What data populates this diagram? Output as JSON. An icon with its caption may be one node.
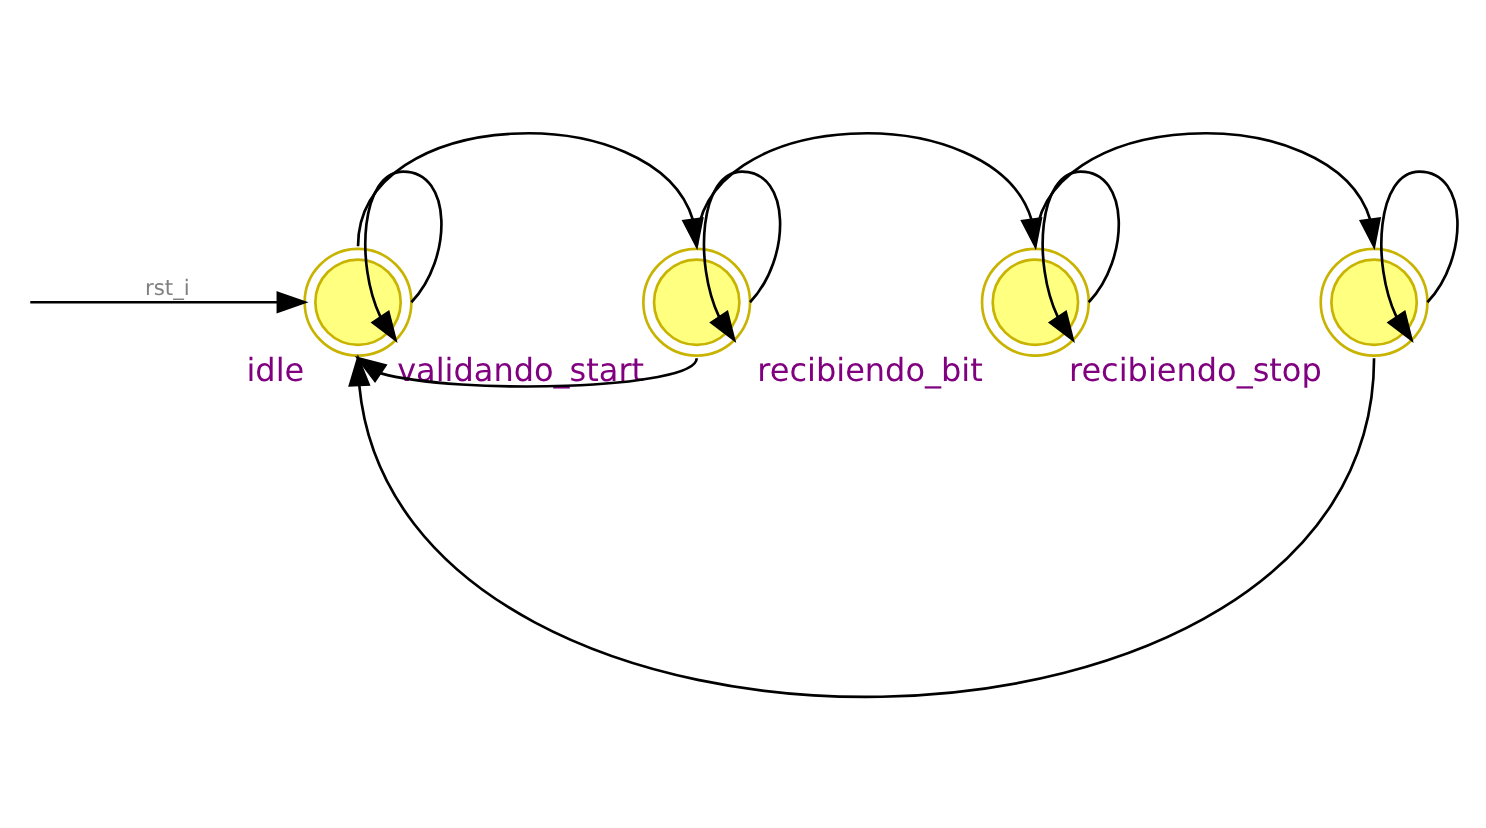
{
  "diagram": {
    "nodes": [
      {
        "text": [
          "idle"
        ]
      },
      {
        "text": [
          "validando_start"
        ]
      },
      {
        "text": [
          "recibiendo_bit"
        ]
      },
      {
        "text": [
          "recibiendo_stop"
        ]
      }
    ],
    "edges": [
      {
        "from": null,
        "to": 0,
        "arrow": "to",
        "label": "rst_i"
      },
      {
        "from": 0,
        "to": 0,
        "arrow": "to"
      },
      {
        "from": 0,
        "to": 1,
        "arrow": "to"
      },
      {
        "from": 1,
        "to": 1,
        "arrow": "to"
      },
      {
        "from": 1,
        "to": 0,
        "arrow": "to"
      },
      {
        "from": 1,
        "to": 2,
        "arrow": "to"
      },
      {
        "from": 2,
        "to": 2,
        "arrow": "to"
      },
      {
        "from": 2,
        "to": 3,
        "arrow": "to"
      },
      {
        "from": 3,
        "to": 3,
        "arrow": "to"
      },
      {
        "from": 3,
        "to": 0,
        "arrow": "to"
      }
    ]
  }
}
